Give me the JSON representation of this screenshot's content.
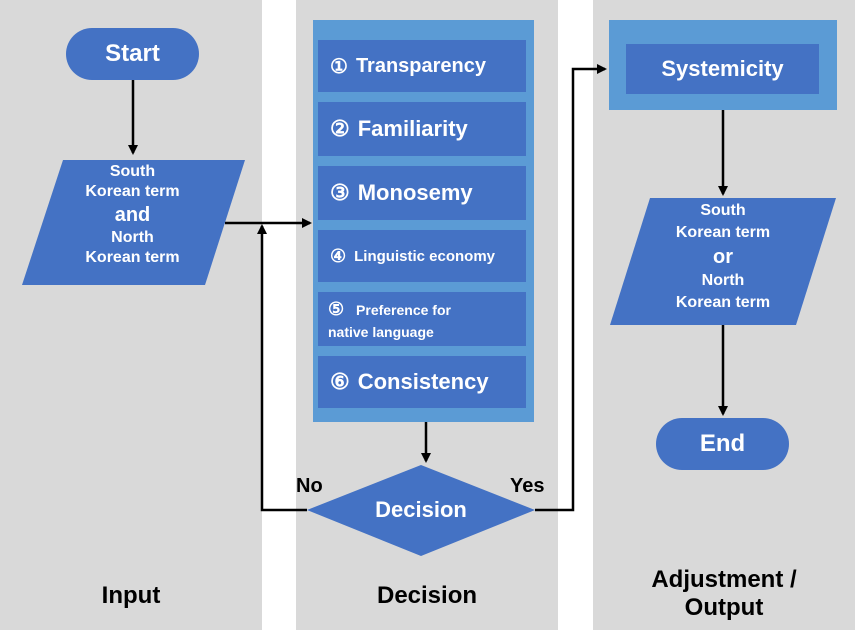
{
  "colors": {
    "lane": "#d9d9d9",
    "shape": "#4472c4",
    "panel": "#5b9bd5",
    "arrow": "#000000"
  },
  "lanes": {
    "input": "Input",
    "decision": "Decision",
    "adjustment_line1": "Adjustment /",
    "adjustment_line2": "Output"
  },
  "start": "Start",
  "input_box": {
    "line1": "South",
    "line2": "Korean term",
    "line3": "and",
    "line4": "North",
    "line5": "Korean term"
  },
  "criteria": [
    {
      "num": "①",
      "label": "Transparency"
    },
    {
      "num": "②",
      "label": "Familiarity"
    },
    {
      "num": "③",
      "label": "Monosemy"
    },
    {
      "num": "④",
      "label": "Linguistic economy"
    },
    {
      "num": "⑤",
      "label": "Preference for",
      "label2": "native language"
    },
    {
      "num": "⑥",
      "label": "Consistency"
    }
  ],
  "decision": "Decision",
  "no_label": "No",
  "yes_label": "Yes",
  "systemicity": "Systemicity",
  "output_box": {
    "line1": "South",
    "line2": "Korean term",
    "line3": "or",
    "line4": "North",
    "line5": "Korean term"
  },
  "end": "End"
}
